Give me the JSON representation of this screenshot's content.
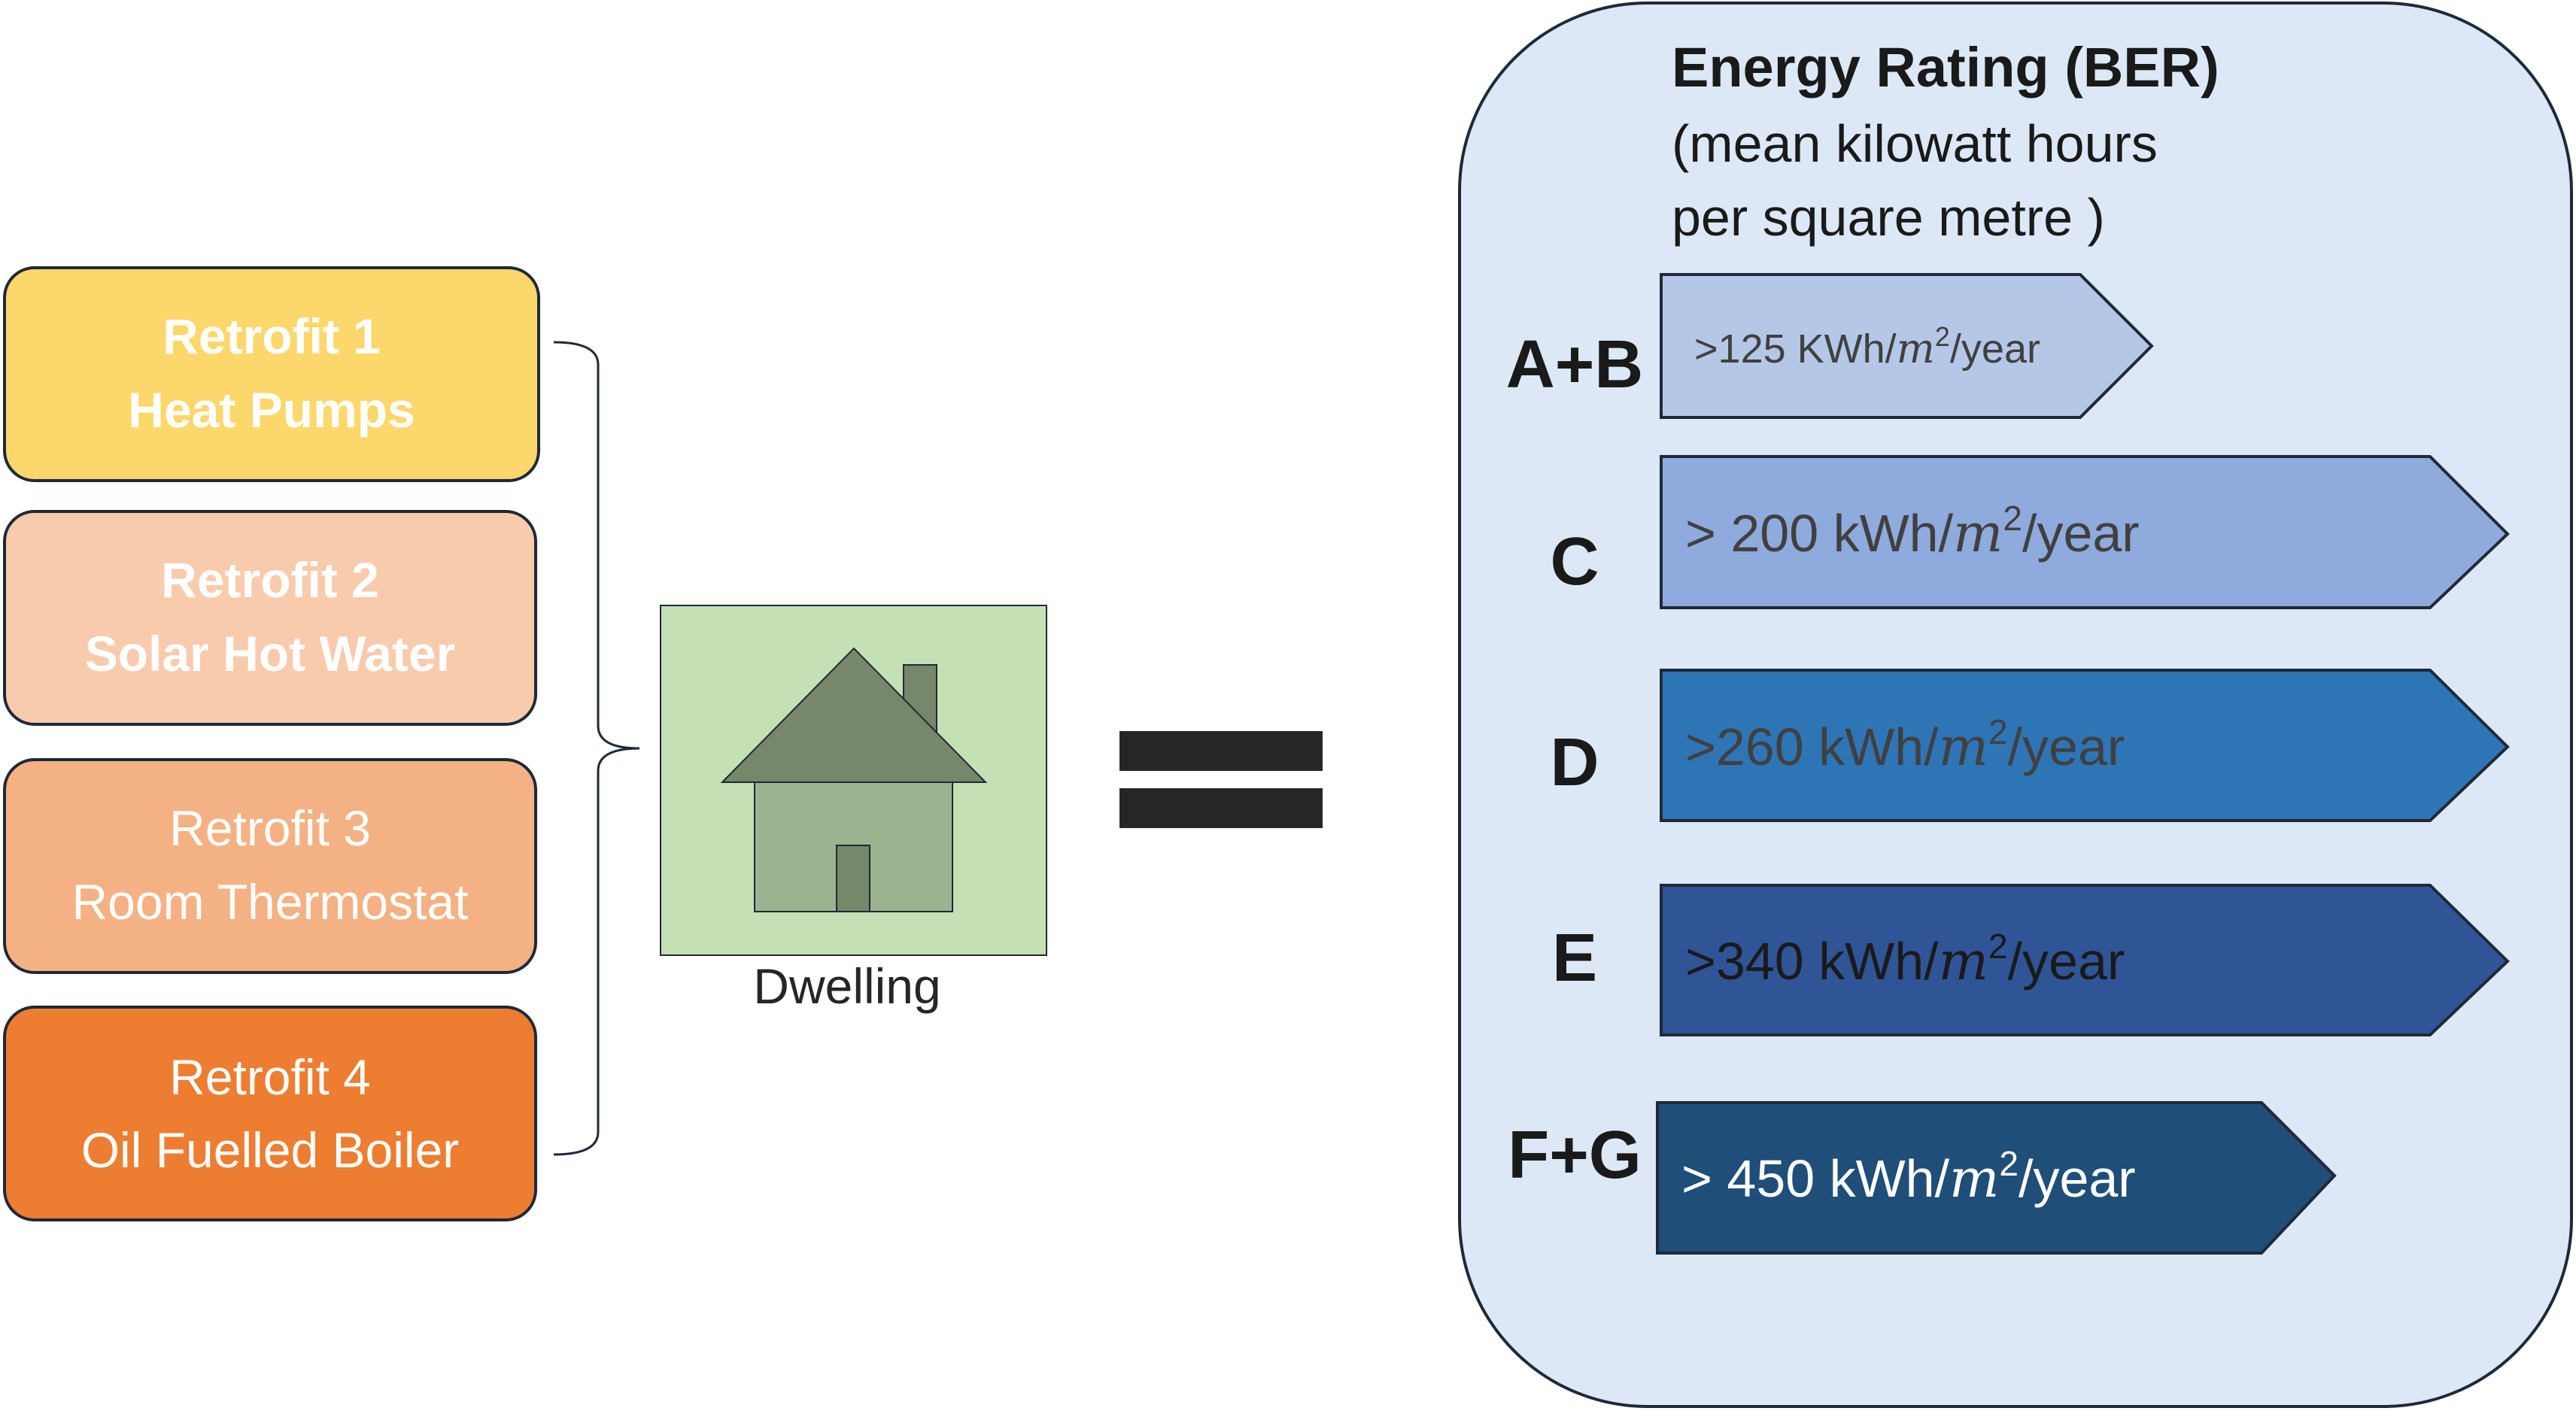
{
  "retrofits": [
    {
      "line1": "Retrofit 1",
      "line2": "Heat Pumps",
      "fill": "#fcd76b",
      "text_color": "#ffffff",
      "bold": true
    },
    {
      "line1": "Retrofit 2",
      "line2": "Solar Hot Water",
      "fill": "#f8cbad",
      "text_color": "#ffffff",
      "bold": true
    },
    {
      "line1": "Retrofit 3",
      "line2": "Room Thermostat",
      "fill": "#f4b183",
      "text_color": "#ffffff",
      "bold": false
    },
    {
      "line1": "Retrofit 4",
      "line2": "Oil Fuelled Boiler",
      "fill": "#ed7d31",
      "text_color": "#ffffff",
      "bold": false
    }
  ],
  "dwelling": {
    "label": "Dwelling",
    "panel_fill": "#c5e0b4",
    "roof_fill": "#76876a",
    "body_fill": "#9cb38f",
    "door_fill": "#76876a"
  },
  "equals_color": "#262626",
  "ber": {
    "title": "Energy Rating (BER)",
    "subtitle_line1": "(mean kilowatt hours",
    "subtitle_line2": "per square metre )",
    "panel_fill": "#dce8f5",
    "bands": [
      {
        "grade": "A+B",
        "prefix": ">125 KWh/",
        "unit_var": "m",
        "exponent": "2",
        "suffix": "/year",
        "fill": "#b4c7e7",
        "text_color": "#404040"
      },
      {
        "grade": "C",
        "prefix": "> 200 kWh/",
        "unit_var": "m",
        "exponent": "2",
        "suffix": "/year",
        "fill": "#8faadc",
        "text_color": "#404040"
      },
      {
        "grade": "D",
        "prefix": ">260 kWh/",
        "unit_var": "m",
        "exponent": "2",
        "suffix": "/year",
        "fill": "#2e75b6",
        "text_color": "#404040"
      },
      {
        "grade": "E",
        "prefix": ">340 kWh/",
        "unit_var": "m",
        "exponent": "2",
        "suffix": "/year",
        "fill": "#2f5597",
        "text_color": "#1a1a1a"
      },
      {
        "grade": "F+G",
        "prefix": "> 450 kWh/",
        "unit_var": "m",
        "exponent": "2",
        "suffix": "/year",
        "fill": "#1f4e79",
        "text_color": "#ffffff"
      }
    ]
  }
}
